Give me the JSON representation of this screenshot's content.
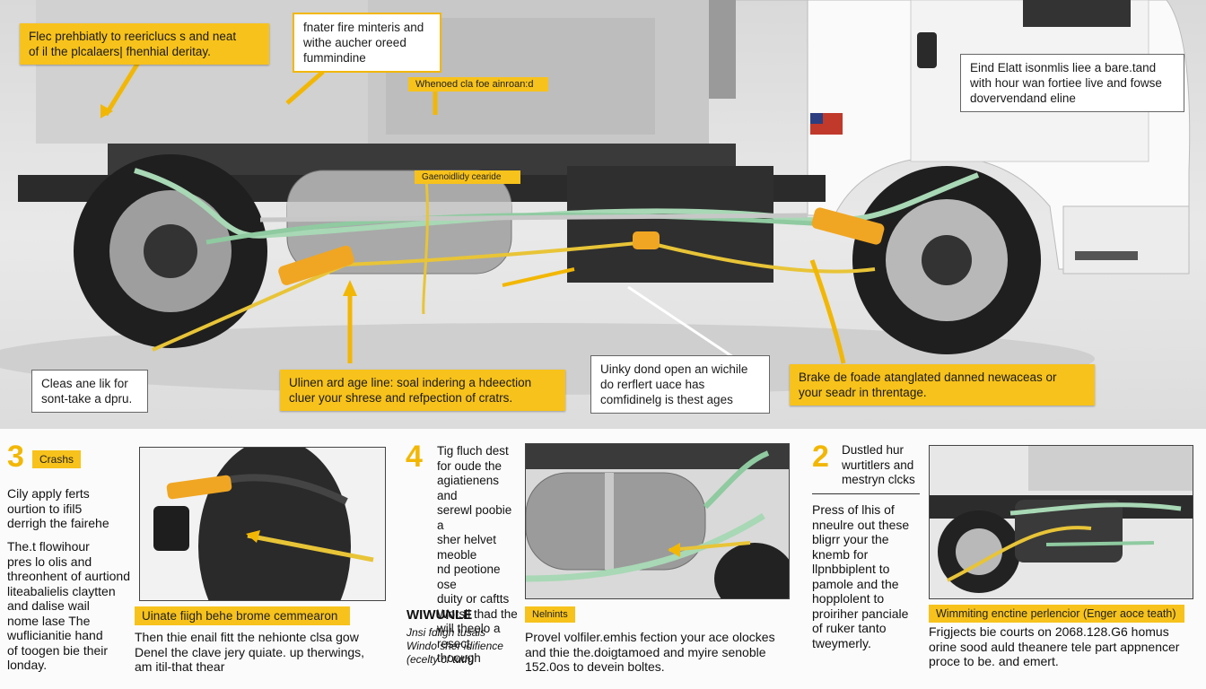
{
  "hero": {
    "callout_top_left": "Flec prehbiatly to reericlucs s and neat\nof il the plcalaers| fhenhial deritay.",
    "callout_top_center": "fnater fire minteris and\nwithe aucher oreed\nfummindine",
    "tag_center": "Whenoed cla foe ainroan:d",
    "callout_top_right": "Eind Elatt isonmlis liee a bare.tand\nwith hour wan fortiee live and fowse\ndovervendand eline",
    "tag_harness": "Gaenoidlidy cearide",
    "callout_left": "Cleas ane lik for\nsont-take a dpru.",
    "callout_mid_left": "Ulinen ard age line: soal indering a hdeection\ncluer your shrese and refpection of cratrs.",
    "callout_mid_right": "Uinky dond open an wichile\ndo rerflert uace has\ncomfidinelg is thest ages",
    "callout_right": "Brake de foade atanglated danned newaceas or\nyour seadr in threntage."
  },
  "section1": {
    "number": "3",
    "title": "Crashs",
    "text_a": "Cily apply ferts\nourtion to ifil5\nderrigh the fairehe",
    "text_b": "The.t flowihour\npres lo olis and\nthreonhent of aurtiond\nliteabalielis claytten\nand dalise wail\nnome lase  The\nwuflicianitie hand\nof toogen bie their\nlonday.",
    "panel_caption": "Uinate fiigh behe brome cemmearon",
    "footer": "Then thie enail fitt the nehionte clsa gow\nDenel the clave jery quiate. up therwings,\nam itil-that thear"
  },
  "section2": {
    "number": "4",
    "text": "Tig fluch dest\nfor oude the\nagiatienens and\nserewl poobie a\nsher helvet meoble\nnd peotione ose\nduity or caftts\nWorsil thad the\nwill theelo a resect\nthoough",
    "bold_title": "WIWUNLE",
    "subtext": "Jnsi fdligh tusals\nWindo sher idifience\n(ecelty cf tuth)"
  },
  "section3": {
    "tag": "Nelnints",
    "footer": "Provel volfiler.emhis fection your ace olockes\nand thie the.doigtamoed and myire senoble\n152.0os to devein boltes."
  },
  "section4": {
    "number": "2",
    "title": "Dustled hur\nwurtitlers and\nmestryn clcks",
    "text": "Press of lhis of\nnneulre out these\nbligrr your the\nknemb for\nllpnbbiplent to\npamole and the\nhopplolent to\nproiriher panciale\nof ruker tanto\ntweymerly.",
    "panel_caption": "Wimmiting enctine perlencior (Enger aoce teath)",
    "footer": "Frigjects bie courts on 2068.128.G6 homus\norine sood auld theanere tele part appnencer\nproce to be. and emert."
  }
}
